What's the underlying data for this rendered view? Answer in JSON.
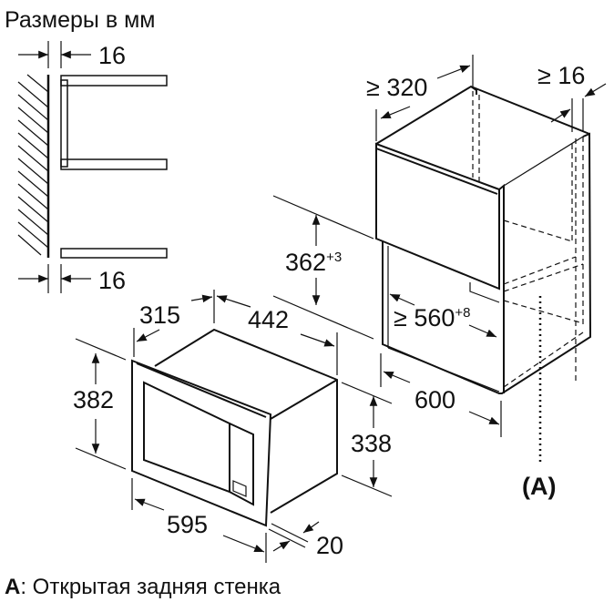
{
  "title": "Размеры в мм",
  "side_view": {
    "top_gap": "16",
    "bottom_gap": "16"
  },
  "cabinet": {
    "depth": "≥ 320",
    "back_gap": "≥ 16",
    "niche_height": "362",
    "niche_height_tol": "+3",
    "niche_width": "≥ 560",
    "niche_width_tol": "+8",
    "cabinet_width": "600",
    "open_back_marker": "(A)"
  },
  "appliance": {
    "frame_depth": "315",
    "body_depth": "442",
    "frame_height": "382",
    "body_height": "338",
    "frame_width": "595",
    "frame_thickness": "20"
  },
  "footnote": {
    "key": "A",
    "text": ": Открытая задняя стенка"
  }
}
